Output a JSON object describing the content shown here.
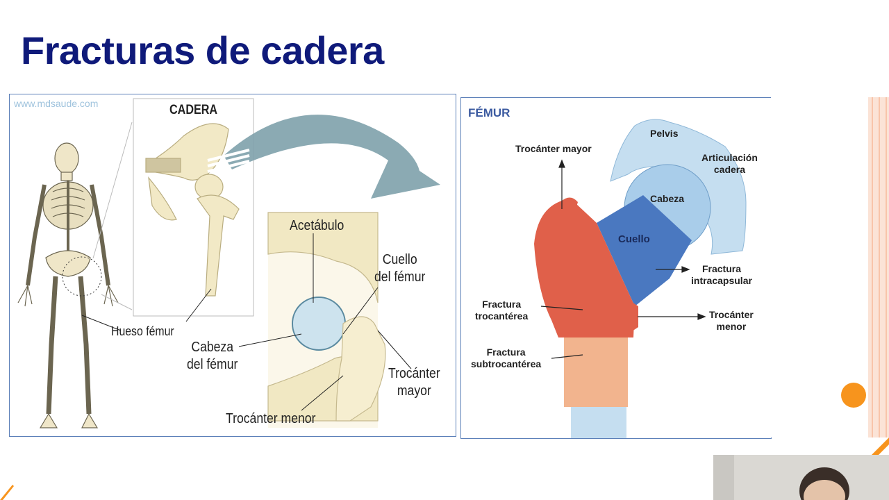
{
  "slide": {
    "title": "Fracturas de cadera"
  },
  "left_figure": {
    "watermark": "www.mdsaude.com",
    "inset_title": "CADERA",
    "labels": {
      "hueso_femur": "Hueso fémur",
      "acetabulo": "Acetábulo",
      "cuello_line1": "Cuello",
      "cuello_line2": "del fémur",
      "cabeza_line1": "Cabeza",
      "cabeza_line2": "del fémur",
      "trocanter_mayor_line1": "Trocánter",
      "trocanter_mayor_line2": "mayor",
      "trocanter_menor": "Trocánter menor"
    }
  },
  "right_figure": {
    "title": "FÉMUR",
    "labels": {
      "trocanter_mayor": "Trocánter mayor",
      "pelvis": "Pelvis",
      "articulacion_line1": "Articulación",
      "articulacion_line2": "cadera",
      "cabeza": "Cabeza",
      "cuello": "Cuello",
      "fractura_intra_line1": "Fractura",
      "fractura_intra_line2": "intracapsular",
      "fractura_troc_line1": "Fractura",
      "fractura_troc_line2": "trocantérea",
      "trocanter_menor_line1": "Trocánter",
      "trocanter_menor_line2": "menor",
      "fractura_sub_line1": "Fractura",
      "fractura_sub_line2": "subtrocantérea"
    },
    "colors": {
      "trochanter_region": "#e0604a",
      "neck_region": "#4a78c0",
      "head_region": "#a9cdea",
      "pelvis": "#c5def0",
      "subtrochanteric": "#f2b48e",
      "shaft": "#c5def0"
    }
  },
  "theme": {
    "title_color": "#0f1a7a",
    "accent": "#f7941d"
  }
}
